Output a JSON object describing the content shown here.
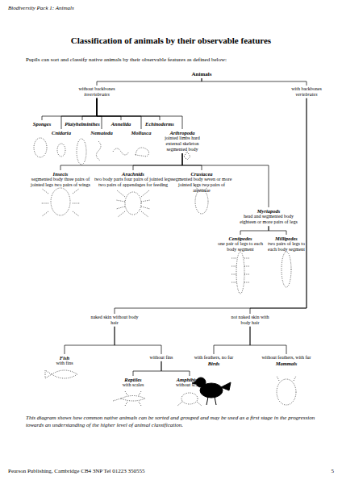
{
  "diagram": {
    "title": "Classification of animals by their observable features",
    "caption": "This diagram shows how common native animals can be sorted and grouped and may be used as a first stage in the progression towards an understanding of the higher level of animal classification.",
    "nodes": [
      {
        "text": [
          "Animals"
        ]
      },
      {
        "text": [
          "without backbones",
          "invertebrates"
        ]
      },
      {
        "text": [
          "with backbones",
          "vertebrates"
        ]
      },
      {
        "text": [
          "Sponges"
        ]
      },
      {
        "text": [
          "Cnidaria"
        ]
      },
      {
        "text": [
          "Platyhelminthes"
        ]
      },
      {
        "text": [
          "Nematoda"
        ]
      },
      {
        "text": [
          "Annelida"
        ]
      },
      {
        "text": [
          "Mollusca"
        ]
      },
      {
        "text": [
          "Echinoderms"
        ]
      },
      {
        "text": [
          "Arthropoda",
          "jointed limbs hard external skeleton segmented body"
        ]
      },
      {
        "text": [
          "Insects",
          "segmented body three pairs of jointed legs two pairs of wings"
        ]
      },
      {
        "text": [
          "Arachnids",
          "two body parts four pairs of jointed legs two pairs of appendages for feeding"
        ]
      },
      {
        "text": [
          "Crustacea",
          "segmented body seven or more jointed legs two pairs of antennae"
        ]
      },
      {
        "text": [
          "Myriapods",
          "head and segmented body eighteen or more pairs of legs"
        ]
      },
      {
        "text": [
          "Centipedes",
          "one pair of legs to each body segment"
        ]
      },
      {
        "text": [
          "Millipedes",
          "two pairs of legs to each body segment"
        ]
      },
      {
        "text": [
          "naked skin without body hair"
        ]
      },
      {
        "text": [
          "not naked skin with body hair"
        ]
      },
      {
        "text": [
          "Fish",
          "with fins"
        ]
      },
      {
        "text": [
          "without fins"
        ]
      },
      {
        "text": [
          "Reptiles",
          "with scales"
        ]
      },
      {
        "text": [
          "Amphibians",
          "without scales"
        ]
      },
      {
        "text": [
          "with feathers, no fur",
          "Birds"
        ]
      },
      {
        "text": [
          "without feathers, with fur",
          "Mammals"
        ]
      }
    ],
    "edges": [
      {
        "from": 0,
        "to": 1,
        "arrow": "none"
      },
      {
        "from": 0,
        "to": 2,
        "arrow": "none"
      },
      {
        "from": 1,
        "to": 3,
        "arrow": "none"
      },
      {
        "from": 1,
        "to": 4,
        "arrow": "none"
      },
      {
        "from": 1,
        "to": 5,
        "arrow": "none"
      },
      {
        "from": 1,
        "to": 6,
        "arrow": "none"
      },
      {
        "from": 1,
        "to": 7,
        "arrow": "none"
      },
      {
        "from": 1,
        "to": 8,
        "arrow": "none"
      },
      {
        "from": 1,
        "to": 9,
        "arrow": "none"
      },
      {
        "from": 1,
        "to": 10,
        "arrow": "none"
      },
      {
        "from": 10,
        "to": 11,
        "arrow": "none"
      },
      {
        "from": 10,
        "to": 12,
        "arrow": "none"
      },
      {
        "from": 10,
        "to": 13,
        "arrow": "none"
      },
      {
        "from": 10,
        "to": 14,
        "arrow": "none"
      },
      {
        "from": 14,
        "to": 15,
        "arrow": "none"
      },
      {
        "from": 14,
        "to": 16,
        "arrow": "none"
      },
      {
        "from": 2,
        "to": 17,
        "arrow": "none"
      },
      {
        "from": 2,
        "to": 18,
        "arrow": "none"
      },
      {
        "from": 17,
        "to": 19,
        "arrow": "none"
      },
      {
        "from": 17,
        "to": 20,
        "arrow": "none"
      },
      {
        "from": 20,
        "to": 21,
        "arrow": "none"
      },
      {
        "from": 20,
        "to": 22,
        "arrow": "none"
      },
      {
        "from": 18,
        "to": 23,
        "arrow": "none"
      },
      {
        "from": 18,
        "to": 24,
        "arrow": "none"
      }
    ],
    "labels": [
      "Biodiversity Pack 1: Animals",
      "Pupils can sort and classify native animals by their observable features as defined below:",
      "Pearson Publishing, Cambridge CB4 3NP Tel 01223 350555",
      "5"
    ]
  }
}
